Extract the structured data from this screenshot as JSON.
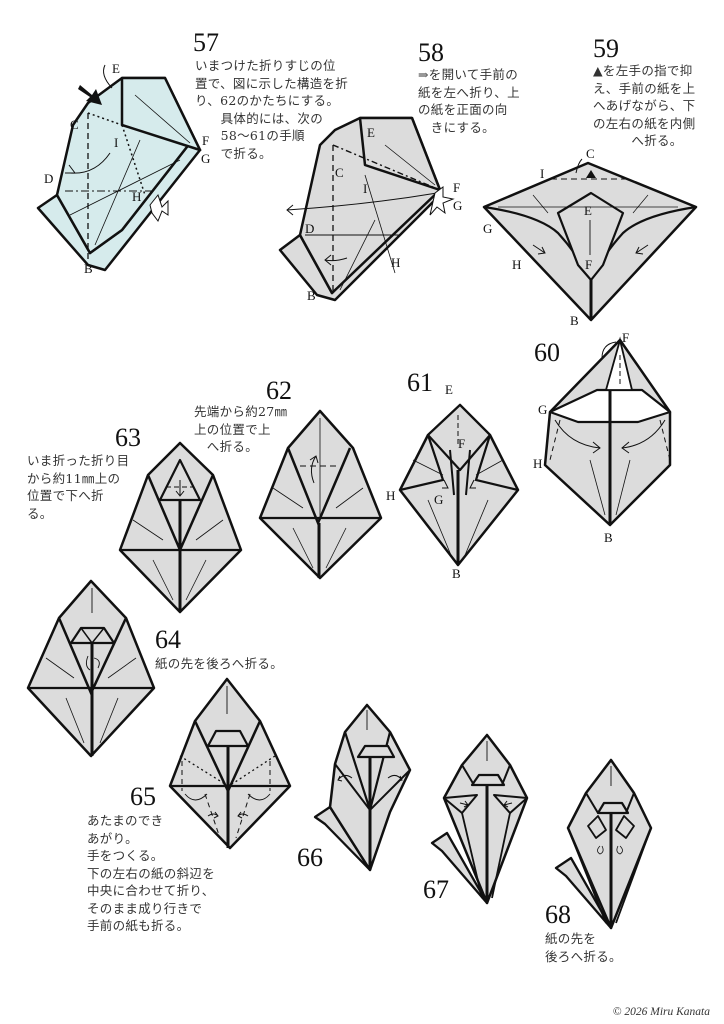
{
  "page": {
    "colors": {
      "paper_fill": "#dcdcdc",
      "paper_fill_step57": "#d6ebec",
      "line": "#111111",
      "text": "#333333"
    },
    "copyright": "© 2026 Miru Kanata"
  },
  "steps": [
    {
      "number": "57",
      "text": "いまつけた折りすじの位\n置で、図に示した構造を折\nり、62のかたちにする。\n　　具体的には、次の\n　　58〜61の手順\n　　で折る。",
      "labels": [
        "E",
        "C",
        "I",
        "F",
        "G",
        "D",
        "H",
        "B"
      ]
    },
    {
      "number": "58",
      "text": "⇒を開いて手前の\n紙を左へ折り、上\nの紙を正面の向\n　きにする。",
      "labels": [
        "E",
        "C",
        "I",
        "F",
        "G",
        "D",
        "H",
        "B"
      ]
    },
    {
      "number": "59",
      "text": "▲を左手の指で抑\nえ、手前の紙を上\nへあげながら、下\nの左右の紙を内側\n　　　へ折る。",
      "labels": [
        "C",
        "I",
        "E",
        "G",
        "H",
        "F",
        "B"
      ]
    },
    {
      "number": "60",
      "text": "",
      "labels": [
        "F",
        "G",
        "H",
        "B"
      ]
    },
    {
      "number": "61",
      "text": "",
      "labels": [
        "E",
        "F",
        "H",
        "G",
        "B"
      ]
    },
    {
      "number": "62",
      "text": "先端から約27㎜\n上の位置で上\n　へ折る。"
    },
    {
      "number": "63",
      "text": "いま折った折り目\nから約11㎜上の\n位置で下へ折\nる。"
    },
    {
      "number": "64",
      "text": "紙の先を後ろへ折る。"
    },
    {
      "number": "65",
      "text": "あたまのでき\nあがり。\n手をつくる。\n下の左右の紙の斜辺を\n中央に合わせて折り、\nそのまま成り行きで\n手前の紙も折る。"
    },
    {
      "number": "66",
      "text": ""
    },
    {
      "number": "67",
      "text": ""
    },
    {
      "number": "68",
      "text": "紙の先を\n後ろへ折る。"
    }
  ]
}
